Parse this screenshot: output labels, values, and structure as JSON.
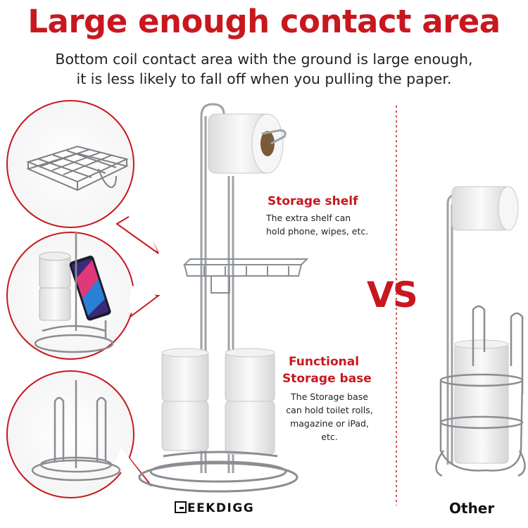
{
  "header": {
    "title": "Large enough contact area",
    "subtitle_line1": "Bottom coil contact area with the ground is large enough,",
    "subtitle_line2": "it is less likely to fall off when you pulling the paper."
  },
  "callouts": {
    "shelf_title": "Storage shelf",
    "shelf_line1": "The extra shelf can",
    "shelf_line2": "hold phone, wipes, etc.",
    "base_title_line1": "Functional",
    "base_title_line2": "Storage base",
    "base_line1": "The Storage base",
    "base_line2": "can hold toilet rolls,",
    "base_line3": "magazine or iPad,",
    "base_line4": "etc."
  },
  "comparison": {
    "vs_label": "VS",
    "other_label": "Other"
  },
  "brand": {
    "name": "EEKDIGG"
  },
  "colors": {
    "accent_red": "#c8181f",
    "chrome": "#9a9ea3",
    "paper": "#f4f4f4",
    "divider": "#c8181f"
  }
}
